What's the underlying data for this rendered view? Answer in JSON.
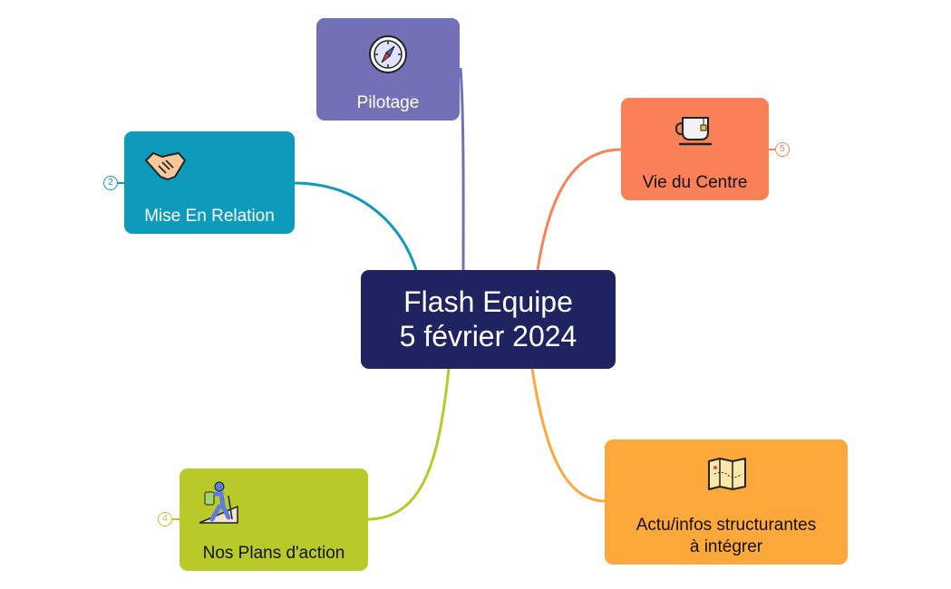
{
  "central": {
    "line1": "Flash Equipe",
    "line2": "5 février 2024",
    "color": "#1f2461"
  },
  "topics": [
    {
      "id": "pilotage",
      "label": "Pilotage",
      "icon": "compass-icon",
      "color": "#7470b8"
    },
    {
      "id": "mise-en-relation",
      "label": "Mise En Relation",
      "icon": "handshake-icon",
      "color": "#0e9aba",
      "badge": "2"
    },
    {
      "id": "vie-du-centre",
      "label": "Vie du Centre",
      "icon": "teacup-icon",
      "color": "#fa8157",
      "badge": "5"
    },
    {
      "id": "plans-action",
      "label": "Nos Plans d'action",
      "icon": "hiker-icon",
      "color": "#b8c92a",
      "badge": "4"
    },
    {
      "id": "actu-infos",
      "label_line1": "Actu/infos structurantes",
      "label_line2": "à intégrer",
      "icon": "map-icon",
      "color": "#fca83a"
    }
  ]
}
